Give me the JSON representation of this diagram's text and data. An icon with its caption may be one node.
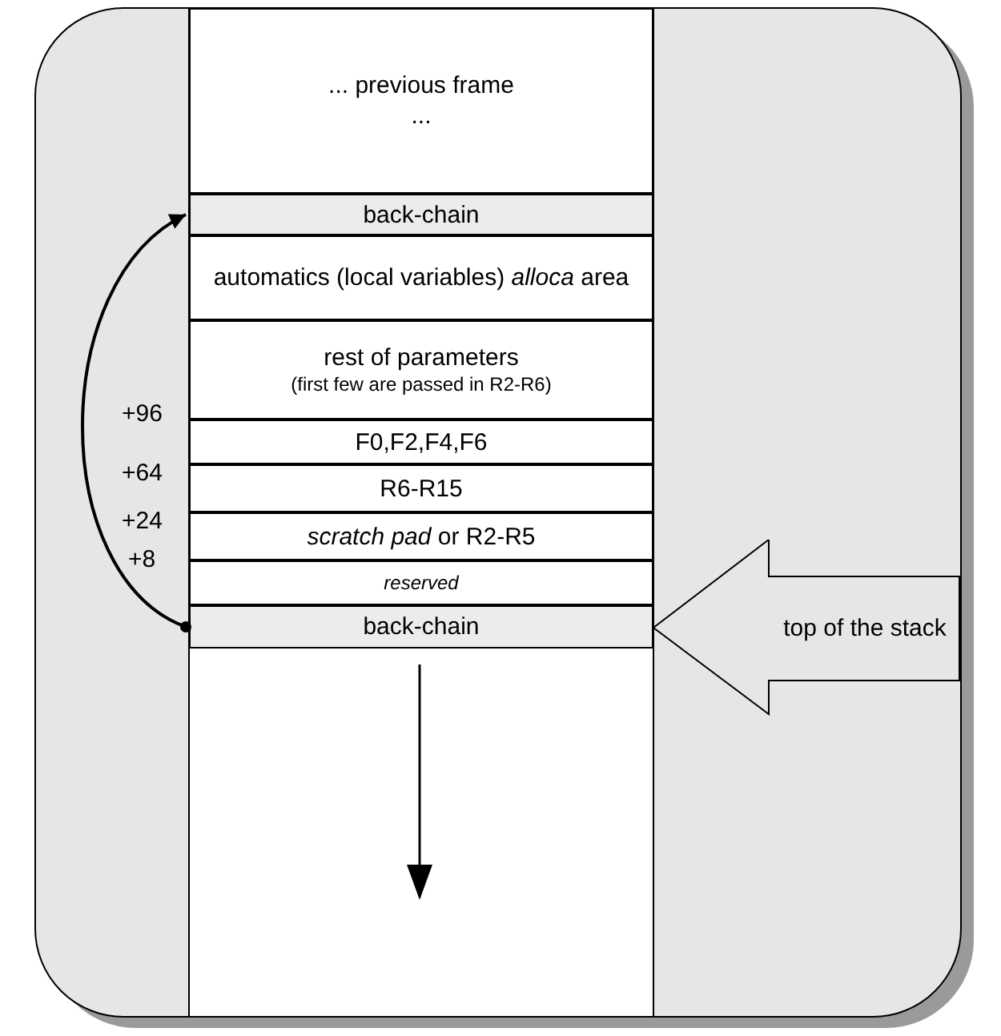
{
  "diagram": {
    "nodes": [
      {
        "text": [
          "... previous frame ..."
        ]
      },
      {
        "text": [
          "back-chain"
        ]
      },
      {
        "text": [
          "automatics (local variables) *alloca* area"
        ]
      },
      {
        "text": [
          "rest of parameters",
          "(first few are passed in R2-R6)"
        ]
      },
      {
        "text": [
          "F0,F2,F4,F6"
        ]
      },
      {
        "text": [
          "R6-R15"
        ]
      },
      {
        "text": [
          "*scratch pad* or R2-R5"
        ]
      },
      {
        "text": [
          "reserved"
        ]
      },
      {
        "text": [
          "back-chain"
        ]
      },
      {
        "text": [
          "top of the stack"
        ]
      }
    ],
    "edges": [
      {
        "from": 8,
        "to": 1,
        "arrow": "to"
      }
    ],
    "labels": [
      "+96",
      "+64",
      "+24",
      "+8"
    ]
  }
}
